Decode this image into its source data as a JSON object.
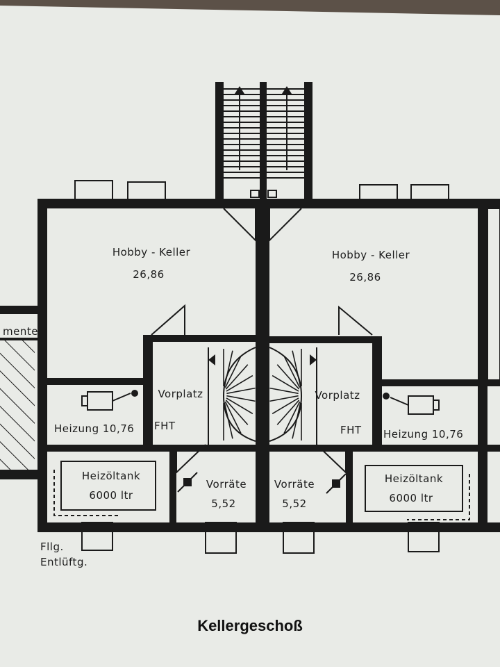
{
  "plan": {
    "title": "Kellergeschoß",
    "left_unit": {
      "hobby_label": "Hobby - Keller",
      "hobby_area": "26,86",
      "vorplatz": "Vorplatz",
      "heizung": "Heizung 10,76",
      "fht": "FHT",
      "tank_label": "Heizöltank",
      "tank_volume": "6000 ltr",
      "vorraete_label": "Vorräte",
      "vorraete_area": "5,52"
    },
    "right_unit": {
      "hobby_label": "Hobby - Keller",
      "hobby_area": "26,86",
      "vorplatz": "Vorplatz",
      "heizung": "Heizung 10,76",
      "fht": "FHT",
      "tank_label": "Heizöltank",
      "tank_volume": "6000 ltr",
      "vorraete_label": "Vorräte",
      "vorraete_area": "5,52"
    },
    "side_label": "mente",
    "fill_label": "Fllg.",
    "vent_label": "Entlüftg."
  }
}
